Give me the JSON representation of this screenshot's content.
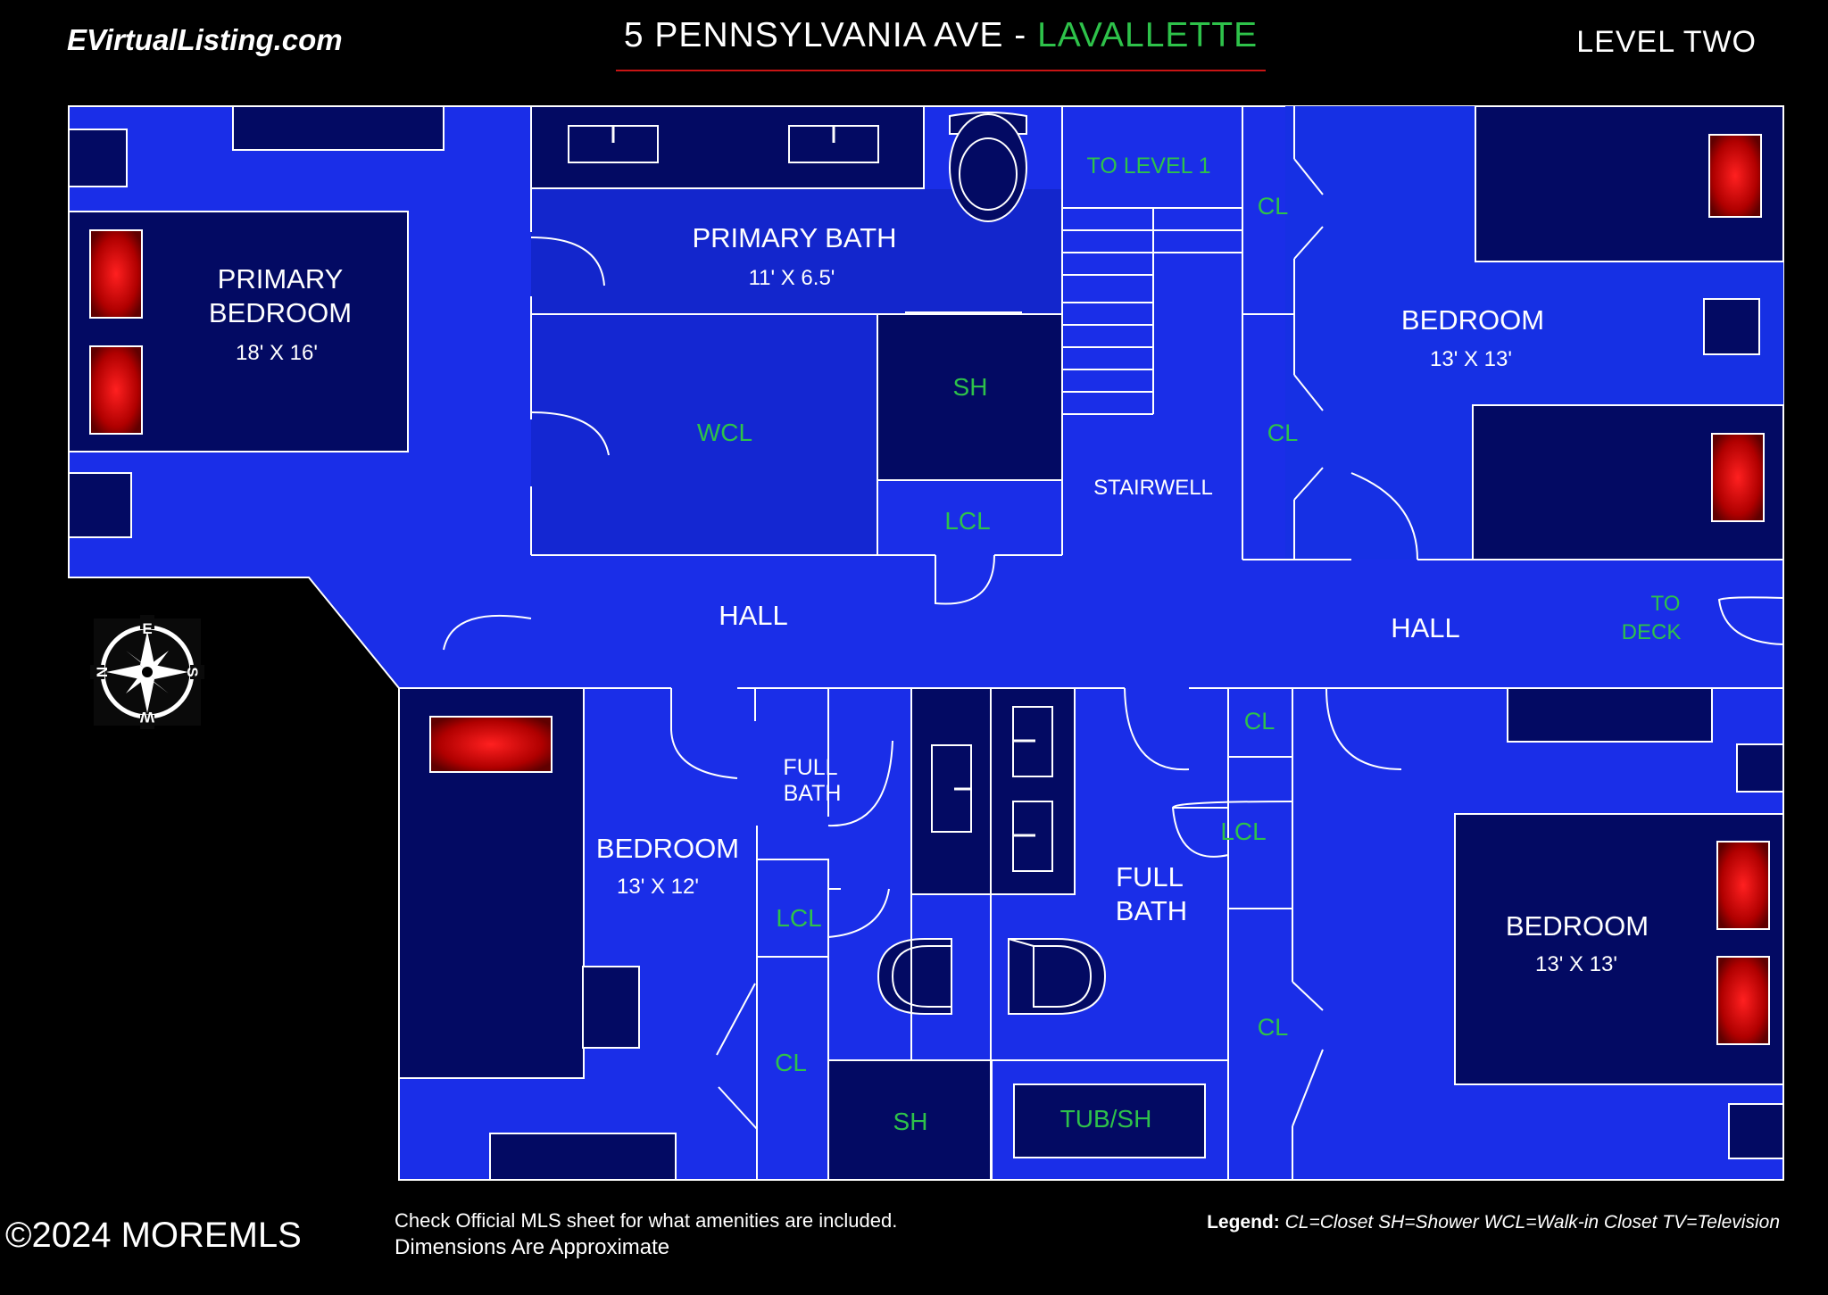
{
  "header": {
    "brand": "EVirtualListing.com",
    "address": "5 PENNSYLVANIA AVE",
    "separator": " - ",
    "city": "LAVALLETTE",
    "level": "LEVEL TWO"
  },
  "rooms": {
    "primary_bedroom": {
      "name_line1": "PRIMARY",
      "name_line2": "BEDROOM",
      "dims": "18' X 16'"
    },
    "primary_bath": {
      "name": "PRIMARY BATH",
      "dims": "11' X 6.5'"
    },
    "wcl": "WCL",
    "sh_primary": "SH",
    "lcl_primary": "LCL",
    "to_level_1": "TO LEVEL 1",
    "stairwell": "STAIRWELL",
    "cl_ne_top": "CL",
    "cl_ne_bottom": "CL",
    "bedroom_ne": {
      "name": "BEDROOM",
      "dims": "13' X 13'"
    },
    "hall_west": "HALL",
    "hall_east": "HALL",
    "to_deck_line1": "TO",
    "to_deck_line2": "DECK",
    "bedroom_sw": {
      "name": "BEDROOM",
      "dims": "13' X 12'"
    },
    "full_bath_small_line1": "FULL",
    "full_bath_small_line2": "BATH",
    "lcl_sw": "LCL",
    "cl_sw": "CL",
    "sh_south": "SH",
    "tub_sh": "TUB/SH",
    "full_bath_main_line1": "FULL",
    "full_bath_main_line2": "BATH",
    "cl_se_top": "CL",
    "lcl_se": "LCL",
    "cl_se_bottom": "CL",
    "bedroom_se": {
      "name": "BEDROOM",
      "dims": "13' X 13'"
    }
  },
  "compass": {
    "north": "N",
    "south": "S",
    "east": "E",
    "west": "W"
  },
  "footer": {
    "copyright": "©2024 MOREMLS",
    "note1": "Check Official MLS sheet for what amenities are included.",
    "note2": "Dimensions Are Approximate",
    "legend_label": "Legend:",
    "legend_text": " CL=Closet  SH=Shower  WCL=Walk-in Closet TV=Television"
  },
  "colors": {
    "floor": "#1a2ee8",
    "dark_furniture": "#030a63",
    "wall": "#ffffff",
    "label_green": "#2ec24a",
    "tv_red": "#e51010"
  }
}
